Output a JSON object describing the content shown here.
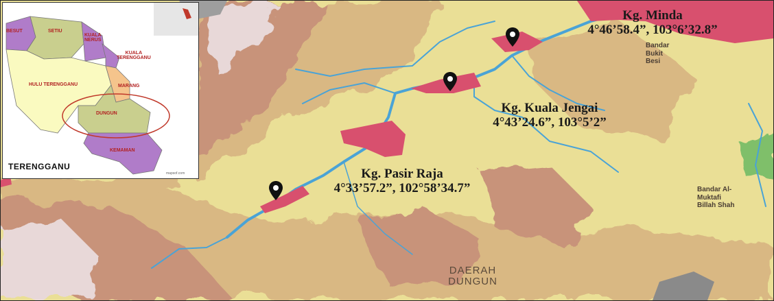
{
  "map": {
    "colors": {
      "lowland": "#eadf96",
      "midland": "#d9b883",
      "highland": "#c8937a",
      "peaks": "#e8d8d8",
      "river": "#4aa3d6",
      "settlement": "#d8506e",
      "forest": "#7fbf6b"
    }
  },
  "sites": [
    {
      "name": "Kg. Minda",
      "coord": "4°46’58.4”, 103°6’32.8”",
      "icon": "location-pin-icon"
    },
    {
      "name": "Kg. Kuala Jengai",
      "coord": "4°43’24.6”, 103°5’2”",
      "icon": "location-pin-icon"
    },
    {
      "name": "Kg. Pasir Raja",
      "coord": "4°33’57.2”, 102°58’34.7”",
      "icon": "location-pin-icon"
    }
  ],
  "district": {
    "line1": "DAERAH",
    "line2": "DUNGUN"
  },
  "towns": [
    {
      "line1": "Bandar",
      "line2": "Bukit",
      "line3": "Besi"
    },
    {
      "line1": "Bandar Al-",
      "line2": "Muktafi",
      "line3": "Billah Shah"
    }
  ],
  "inset": {
    "title": "TERENGGANU",
    "credit": "mapsof.com",
    "regions": {
      "besut": "BESUT",
      "setiu": "SETIU",
      "kuala_nerus": "KUALA\nNERUS",
      "kuala_terengganu": "KUALA\nTERENGGANU",
      "marang": "MARANG",
      "hulu_terengganu": "HULU TERENGGANU",
      "dungun": "DUNGUN",
      "kemaman": "KEMAMAN"
    },
    "colors": {
      "besut": "#b07cc9",
      "setiu": "#c9cf8e",
      "kuala_nerus": "#b07cc9",
      "kuala_terengganu": "#b07cc9",
      "marang": "#f5c48c",
      "hulu_terengganu": "#fafac0",
      "dungun": "#c9cf8e",
      "kemaman": "#b07cc9",
      "highlight_ring": "#c0392b"
    }
  }
}
